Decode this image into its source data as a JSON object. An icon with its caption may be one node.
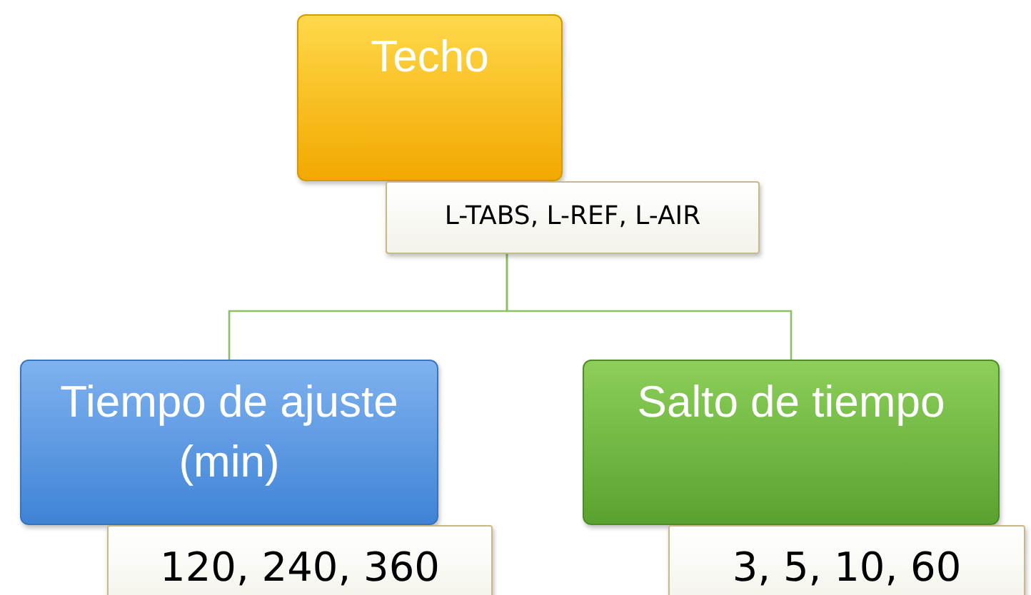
{
  "diagram": {
    "nodes": [
      {
        "text": [
          "Techo"
        ]
      },
      {
        "text": [
          "L-TABS, L-REF, L-AIR"
        ]
      },
      {
        "text": [
          "Tiempo de ajuste (min)"
        ]
      },
      {
        "text": [
          "120, 240, 360"
        ]
      },
      {
        "text": [
          "Salto de tiempo"
        ]
      },
      {
        "text": [
          "3, 5, 10, 60"
        ]
      }
    ],
    "edges": [
      {
        "from": 1,
        "to": 2,
        "arrow": "none"
      },
      {
        "from": 1,
        "to": 4,
        "arrow": "none"
      }
    ]
  }
}
